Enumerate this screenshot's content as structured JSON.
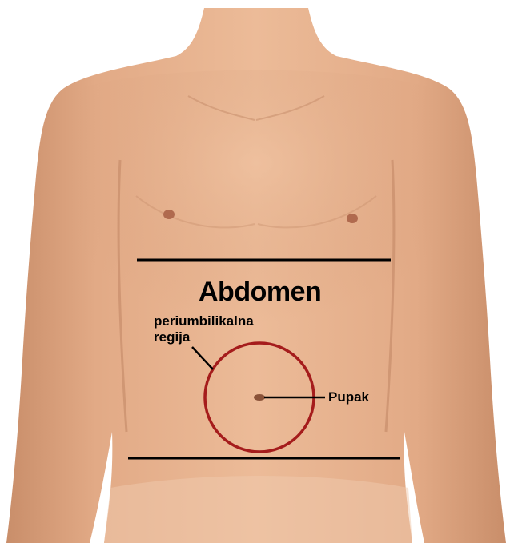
{
  "diagram": {
    "title": "Abdomen",
    "region_label_line1": "periumbilikalna",
    "region_label_line2": "regija",
    "navel_label": "Pupak"
  },
  "colors": {
    "skin": "#e6b18f",
    "skin_shadow": "#c98e6a",
    "boundary_lines": "#000000",
    "region_circle": "#a51c1c",
    "background": "#ffffff"
  }
}
